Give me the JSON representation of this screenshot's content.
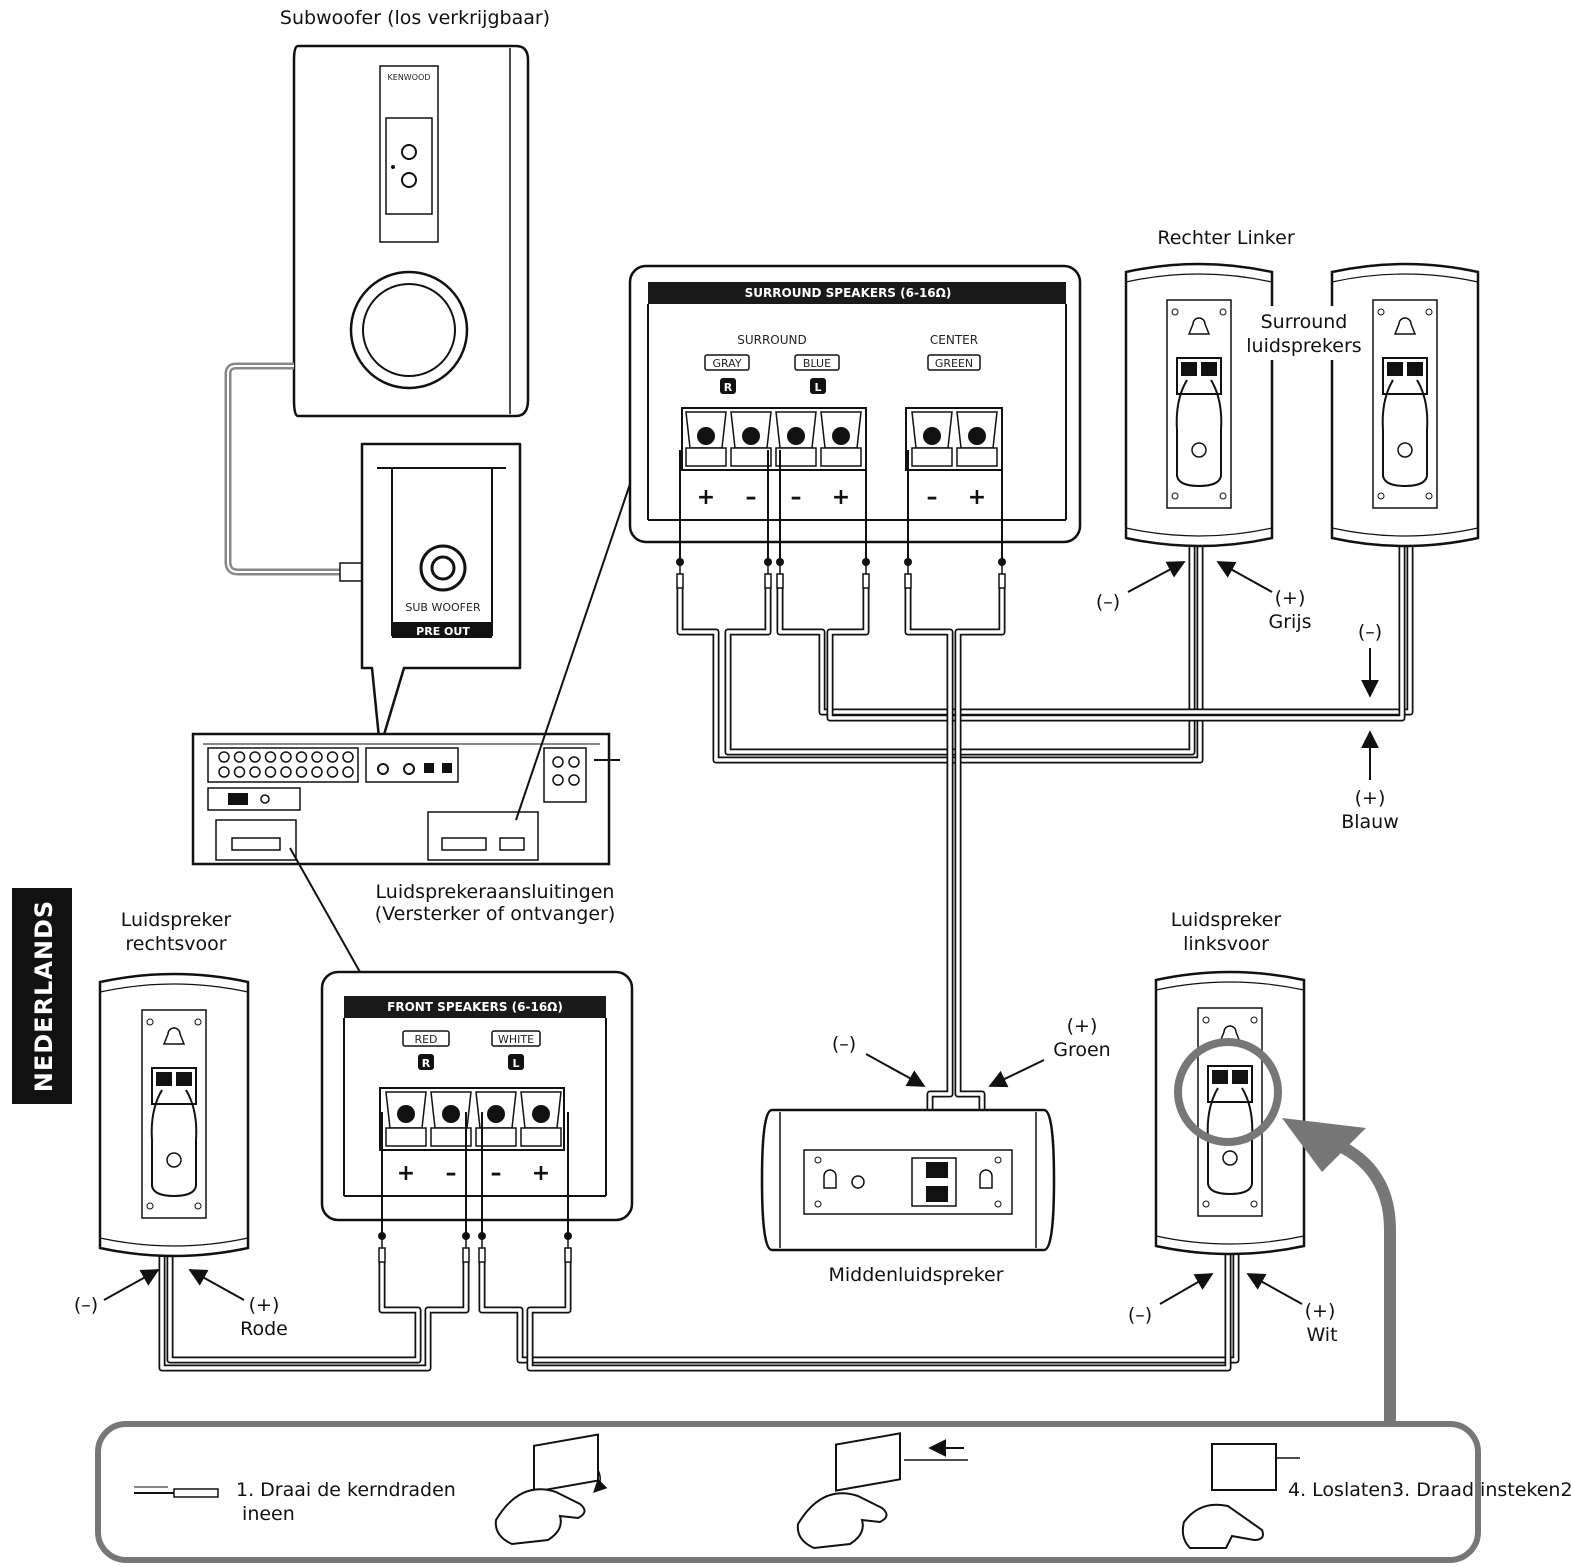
{
  "subwoofer": {
    "title": "Subwoofer (los verkrijgbaar)",
    "brand": "KENWOOD",
    "pre_out_jack": "SUB WOOFER",
    "pre_out_band": "PRE OUT"
  },
  "surround_panel": {
    "title": "SURROUND SPEAKERS (6-16Ω)",
    "surround_label": "SURROUND",
    "center_label": "CENTER",
    "gray_tag": "GRAY",
    "blue_tag": "BLUE",
    "green_tag": "GREEN",
    "r_badge": "R",
    "l_badge": "L",
    "terminal_signs": [
      "+",
      "–",
      "–",
      "+",
      "–",
      "+"
    ]
  },
  "front_panel": {
    "title": "FRONT SPEAKERS (6-16Ω)",
    "red_tag": "RED",
    "white_tag": "WHITE",
    "r_badge": "R",
    "l_badge": "L",
    "terminal_signs": [
      "+",
      "–",
      "–",
      "+"
    ]
  },
  "rear_speakers": {
    "right_left_header": "Rechter Linker",
    "label": "Surround\nluidsprekers"
  },
  "callouts": {
    "rear_right_minus": "(–)",
    "rear_right_plus": "(+)",
    "rear_right_color": "Grijs",
    "rear_left_minus": "(–)",
    "rear_left_plus": "(+)",
    "rear_left_color": "Blauw",
    "front_right_minus": "(–)",
    "front_right_plus": "(+)",
    "front_right_color": "Rode",
    "front_left_minus": "(–)",
    "front_left_plus": "(+)",
    "front_left_color": "Wit",
    "center_minus": "(–)",
    "center_plus": "(+)",
    "center_color": "Groen"
  },
  "receiver": {
    "label": "Luidsprekeraansluitingen\n(Versterker of ontvanger)"
  },
  "front_right_speaker": {
    "label": "Luidspreker\nrechtsvoor"
  },
  "front_left_speaker": {
    "label": "Luidspreker\nlinksvoor"
  },
  "center_speaker": {
    "label": "Middenluidspreker"
  },
  "side_tab": {
    "label": "NEDERLANDS"
  },
  "steps": {
    "step1": "1. Draai de kerndraden\n    ineen",
    "steps_tail": "4. Loslaten3.  Draad  insteken2."
  },
  "colors": {
    "ink": "#111111",
    "panel_bar": "#1a1a1a",
    "callout_ring": "#777777",
    "wire_gray": "#888888"
  }
}
